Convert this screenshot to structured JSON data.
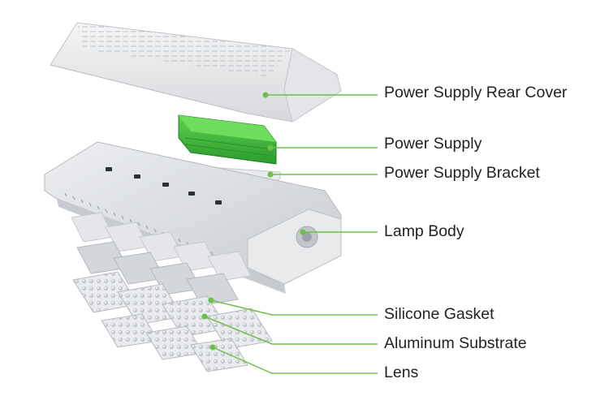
{
  "labels": {
    "power_supply_rear_cover": "Power Supply Rear Cover",
    "power_supply": "Power Supply",
    "power_supply_bracket": "Power Supply Bracket",
    "lamp_body": "Lamp Body",
    "silicone_gasket": "Silicone Gasket",
    "aluminum_substrate": "Aluminum Substrate",
    "lens": "Lens"
  },
  "colors": {
    "leader_line": "#6cc04a",
    "power_supply_green": "#3db53a",
    "housing_gray": "#d9dbde",
    "text": "#222222"
  }
}
